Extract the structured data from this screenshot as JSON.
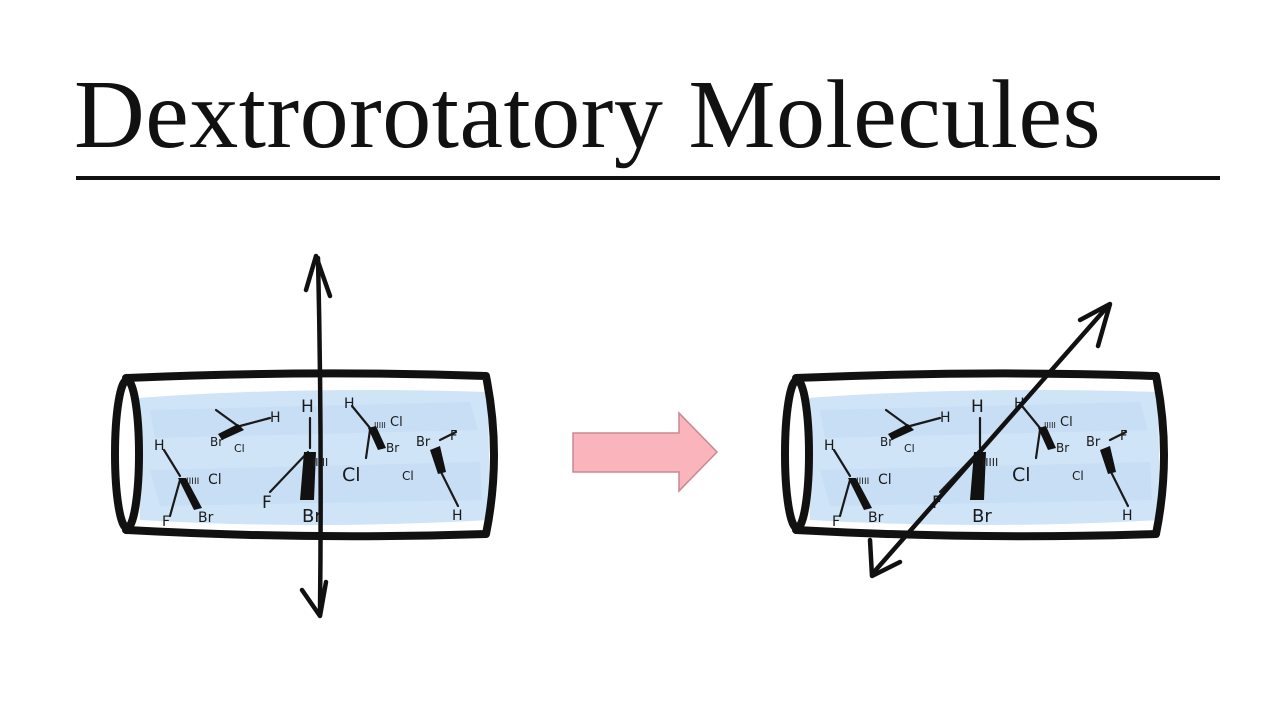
{
  "title": "Dextrorotatory Molecules",
  "colors": {
    "tube_fill": "#cfe4f7",
    "tube_outline": "#111111",
    "arrow_fill": "#f9b4bc",
    "arrow_stroke": "#c98890",
    "ink": "#111111"
  },
  "atoms": {
    "h": "H",
    "cl": "Cl",
    "br": "Br",
    "f": "F",
    "hashes": "IIIII"
  }
}
